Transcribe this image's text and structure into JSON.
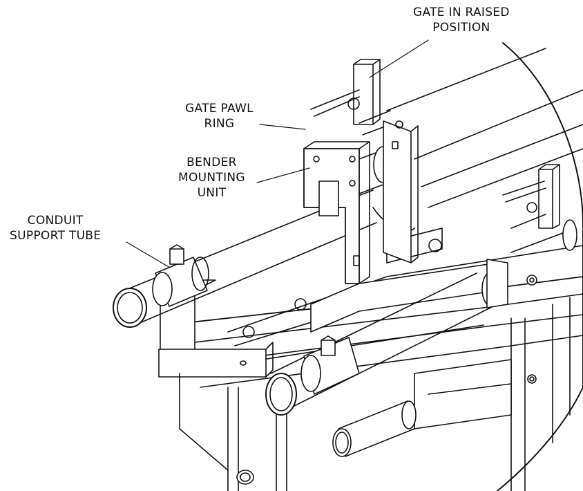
{
  "diagram": {
    "callouts": {
      "gate_raised": {
        "line1": "GATE IN RAISED",
        "line2": "POSITION"
      },
      "pawl_ring": {
        "line1": "GATE PAWL",
        "line2": "RING"
      },
      "bender_unit": {
        "line1": "BENDER",
        "line2": "MOUNTING",
        "line3": "UNIT"
      },
      "conduit_tube": {
        "line1": "CONDUIT",
        "line2": "SUPPORT TUBE"
      }
    },
    "colors": {
      "ink": "#111111",
      "paper": "#ffffff",
      "tone": "#f3f3f3"
    }
  }
}
